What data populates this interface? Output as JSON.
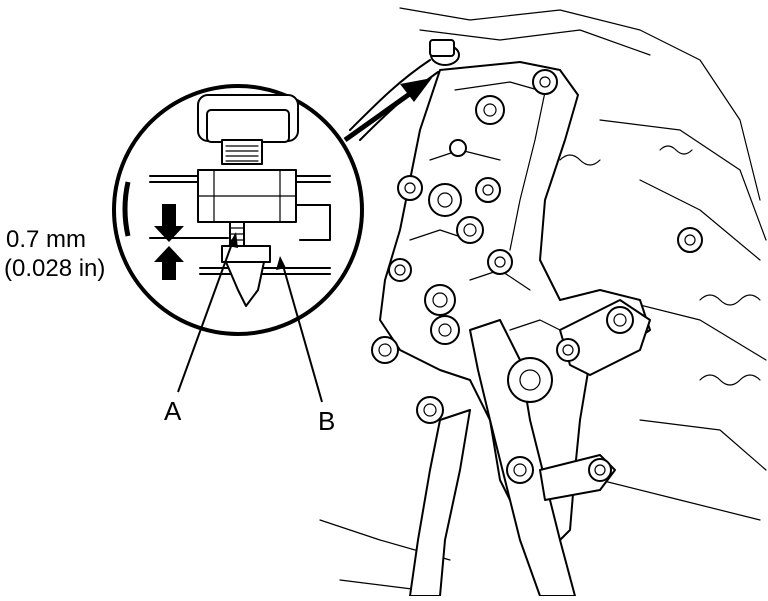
{
  "measurement": {
    "metric": "0.7 mm",
    "imperial": "(0.028 in)"
  },
  "callouts": {
    "a": "A",
    "b": "B"
  }
}
